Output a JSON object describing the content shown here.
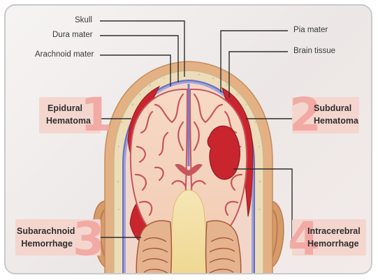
{
  "labels": {
    "skull": "Skull",
    "dura": "Dura mater",
    "arachnoid": "Arachnoid mater",
    "pia": "Pia mater",
    "brain": "Brain tissue"
  },
  "hemorrhages": [
    {
      "number": "1",
      "line1": "Epidural",
      "line2": "Hematoma"
    },
    {
      "number": "2",
      "line1": "Subdural",
      "line2": "Hematoma"
    },
    {
      "number": "3",
      "line1": "Subarachnoid",
      "line2": "Hemorrhage"
    },
    {
      "number": "4",
      "line1": "Intracerebral",
      "line2": "Hemorrhage"
    }
  ],
  "colors": {
    "skin": "#e3b184",
    "skull": "#ecdcb8",
    "dura": "#7b7fc4",
    "brain": "#f7dcc8",
    "gyri": "#c9555d",
    "blood": "#c9252f",
    "label_box": "#f4d6cf",
    "number": "#f2a39d"
  }
}
